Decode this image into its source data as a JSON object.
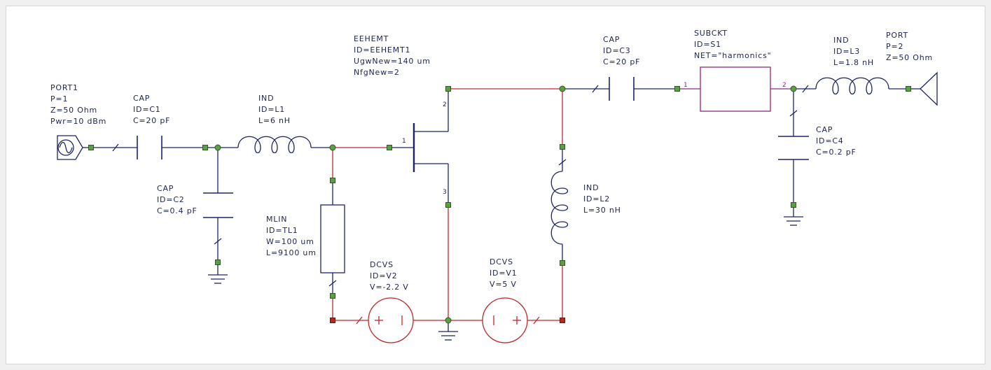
{
  "components": {
    "port1": [
      "PORT1",
      "P=1",
      "Z=50 Ohm",
      "Pwr=10 dBm"
    ],
    "c1": [
      "CAP",
      "ID=C1",
      "C=20 pF"
    ],
    "l1": [
      "IND",
      "ID=L1",
      "L=6 nH"
    ],
    "c2": [
      "CAP",
      "ID=C2",
      "C=0.4 pF"
    ],
    "tl1": [
      "MLIN",
      "ID=TL1",
      "W=100 um",
      "L=9100 um"
    ],
    "hemt": [
      "EEHEMT",
      "ID=EEHEMT1",
      "UgwNew=140 um",
      "NfgNew=2"
    ],
    "v2": [
      "DCVS",
      "ID=V2",
      "V=-2.2 V"
    ],
    "v1": [
      "DCVS",
      "ID=V1",
      "V=5 V"
    ],
    "l2": [
      "IND",
      "ID=L2",
      "L=30 nH"
    ],
    "c3": [
      "CAP",
      "ID=C3",
      "C=20 pF"
    ],
    "s1": [
      "SUBCKT",
      "ID=S1",
      "NET=\"harmonics\""
    ],
    "l3": [
      "IND",
      "ID=L3",
      "L=1.8 nH"
    ],
    "c4": [
      "CAP",
      "ID=C4",
      "C=0.2 pF"
    ],
    "port2": [
      "PORT",
      "P=2",
      "Z=50 Ohm"
    ]
  },
  "pins": {
    "hemt_gate": "1",
    "hemt_drain": "2",
    "hemt_source": "3",
    "subckt_in": "1",
    "subckt_out": "2"
  },
  "icons": {
    "port1": "ac-source-port-icon",
    "port2": "port-termination-icon",
    "ground": "ground-icon",
    "capacitor": "capacitor-icon",
    "inductor": "inductor-icon",
    "transistor": "hemt-transistor-icon",
    "transmission_line": "mlin-icon",
    "dc_source": "dc-voltage-source-icon",
    "subcircuit": "subcircuit-icon"
  },
  "colors": {
    "wire": "#1b2466",
    "bias_wire": "#c0282b",
    "subcircuit": "#8a2a82",
    "connected_node": "#5c9f40",
    "canvas": "#ffffff",
    "background": "#f0f0f0"
  }
}
